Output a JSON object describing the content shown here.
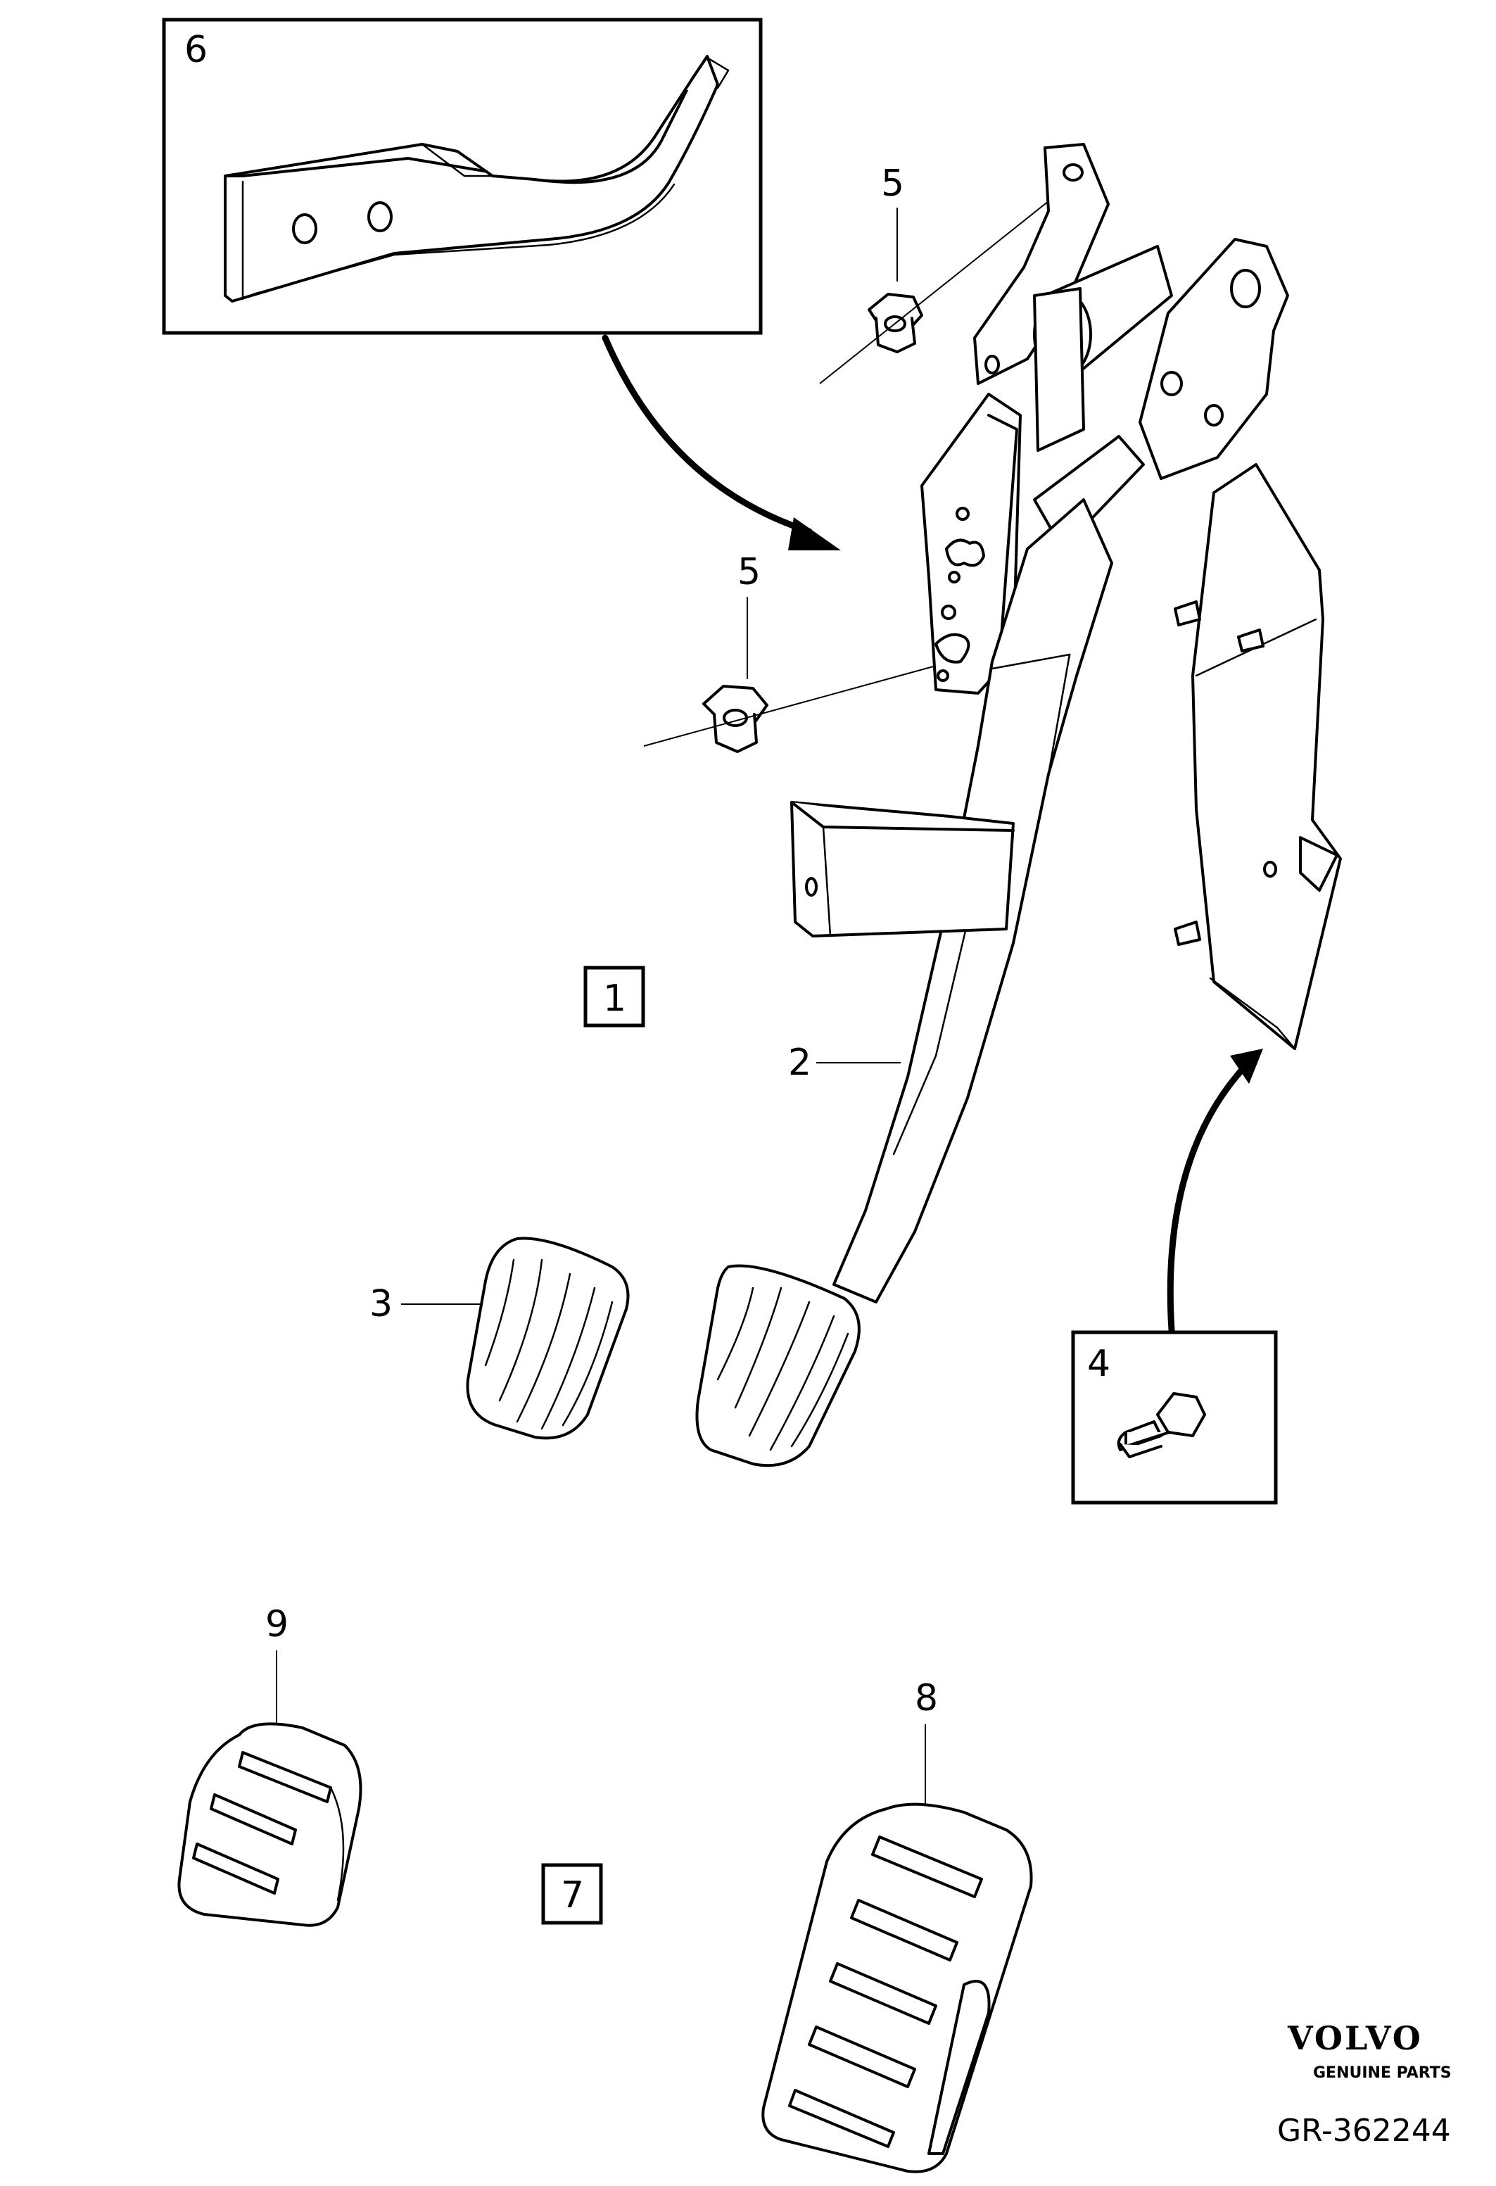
{
  "callouts": {
    "c1": "1",
    "c2": "2",
    "c3": "3",
    "c4": "4",
    "c5a": "5",
    "c5b": "5",
    "c6": "6",
    "c7": "7",
    "c8": "8",
    "c9": "9"
  },
  "branding": {
    "logo": "VOLVO",
    "tagline": "GENUINE PARTS",
    "reference": "GR-362244"
  }
}
